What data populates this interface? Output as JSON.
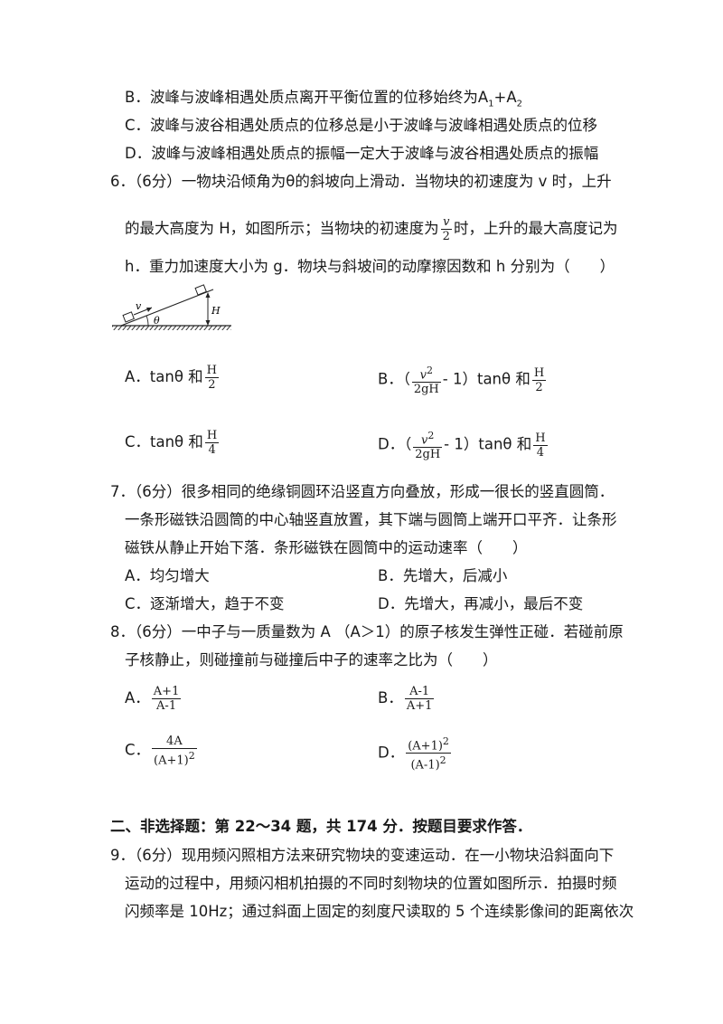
{
  "q5": {
    "optB": "B．波峰与波峰相遇处质点离开平衡位置的位移始终为",
    "optB_A1": "A",
    "optB_A1_sub": "1",
    "optB_plus": "+A",
    "optB_A2_sub": "2",
    "optC": "C．波峰与波谷相遇处质点的位移总是小于波峰与波峰相遇处质点的位移",
    "optD": "D．波峰与波峰相遇处质点的振幅一定大于波峰与波谷相遇处质点的振幅"
  },
  "q6": {
    "line1": "6．（6分）一物块沿倾角为θ的斜坡向上滑动．当物块的初速度为 v 时，上升",
    "line2_a": "的最大高度为 H，如图所示；当物块的初速度为",
    "line2_frac_num": "v",
    "line2_frac_den": "2",
    "line2_b": "时，上升的最大高度记为",
    "line3": "h．重力加速度大小为 g．物块与斜坡间的动摩擦因数和 h 分别为（　　）",
    "diagram": {
      "v": "v",
      "theta": "θ",
      "H": "H"
    },
    "optA_label": "A．tanθ 和",
    "optA_num": "H",
    "optA_den": "2",
    "optB_label": "B．",
    "optB_num": "v",
    "optB_exp": "2",
    "optB_den": "2gH",
    "optB_tail": "- 1）tanθ 和",
    "optB_h_num": "H",
    "optB_h_den": "2",
    "optC_label": "C．tanθ 和",
    "optC_num": "H",
    "optC_den": "4",
    "optD_label": "D．",
    "optD_num": "v",
    "optD_exp": "2",
    "optD_den": "2gH",
    "optD_tail": "- 1）tanθ 和",
    "optD_h_num": "H",
    "optD_h_den": "4"
  },
  "q7": {
    "line1": "7．（6分）很多相同的绝缘铜圆环沿竖直方向叠放，形成一很长的竖直圆筒．",
    "line2": "一条形磁铁沿圆筒的中心轴竖直放置，其下端与圆筒上端开口平齐．让条形",
    "line3": "磁铁从静止开始下落．条形磁铁在圆筒中的运动速率（　　）",
    "optA": "A．均匀增大",
    "optB": "B．先增大，后减小",
    "optC": "C．逐渐增大，趋于不变",
    "optD": "D．先增大，再减小，最后不变"
  },
  "q8": {
    "line1": "8．（6分）一中子与一质量数为 A （A＞1）的原子核发生弹性正碰．若碰前原",
    "line2": "子核静止，则碰撞前与碰撞后中子的速率之比为（　　）",
    "optA_label": "A．",
    "optA_num": "A+1",
    "optA_den": "A-1",
    "optB_label": "B．",
    "optB_num": "A-1",
    "optB_den": "A+1",
    "optC_label": "C．",
    "optC_num": "4A",
    "optC_den": "(A+1)",
    "optC_exp": "2",
    "optD_label": "D．",
    "optD_num": "(A+1)",
    "optD_num_exp": "2",
    "optD_den": "(A-1)",
    "optD_den_exp": "2"
  },
  "section2": {
    "heading": "二、非选择题：第 22～34 题，共 174 分．按题目要求作答．"
  },
  "q9": {
    "line1": "9．（6分）现用频闪照相方法来研究物块的变速运动．在一小物块沿斜面向下",
    "line2": "运动的过程中，用频闪相机拍摄的不同时刻物块的位置如图所示．拍摄时频",
    "line3": "闪频率是 10Hz；通过斜面上固定的刻度尺读取的 5 个连续影像间的距离依次"
  }
}
